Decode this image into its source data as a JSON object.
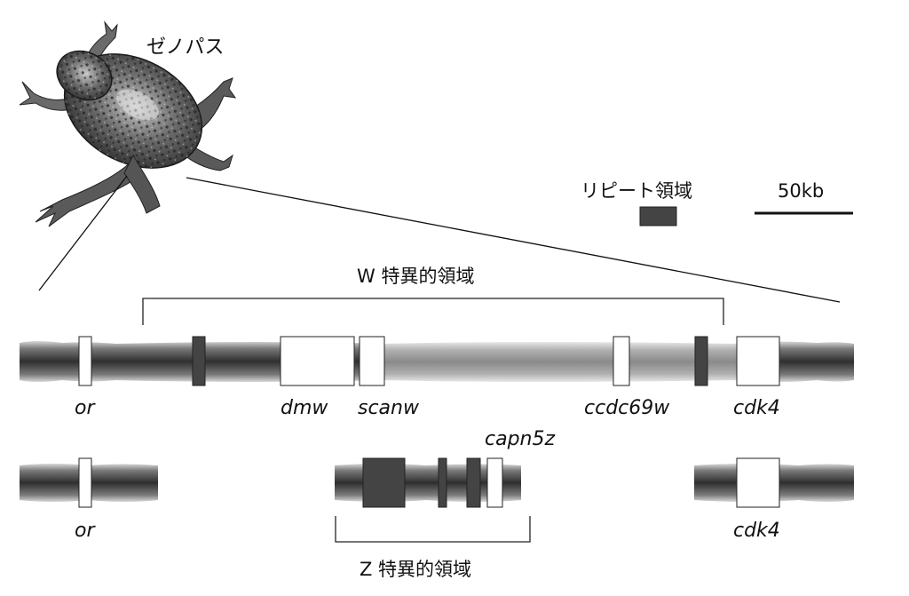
{
  "organism": {
    "name": "ゼノパス"
  },
  "legend": {
    "repeat_label": "リピート領域",
    "repeat_color": "#444444",
    "scale_label": "50kb"
  },
  "w_chromosome": {
    "region_label": "W 特異的領域",
    "genes": [
      {
        "id": "or",
        "label": "or"
      },
      {
        "id": "dmw",
        "label": "dmw"
      },
      {
        "id": "scanw",
        "label": "scanw"
      },
      {
        "id": "ccdc69w",
        "label": "ccdc69w"
      },
      {
        "id": "cdk4",
        "label": "cdk4"
      }
    ]
  },
  "z_chromosome": {
    "region_label": "Z 特異的領域",
    "genes": [
      {
        "id": "or",
        "label": "or"
      },
      {
        "id": "capn5z",
        "label": "capn5z"
      },
      {
        "id": "cdk4",
        "label": "cdk4"
      }
    ]
  },
  "colors": {
    "chromosome_dark": "#3a3a3a",
    "chromosome_light": "#a8a8a8",
    "gene_fill": "#ffffff",
    "repeat_fill": "#444444"
  }
}
